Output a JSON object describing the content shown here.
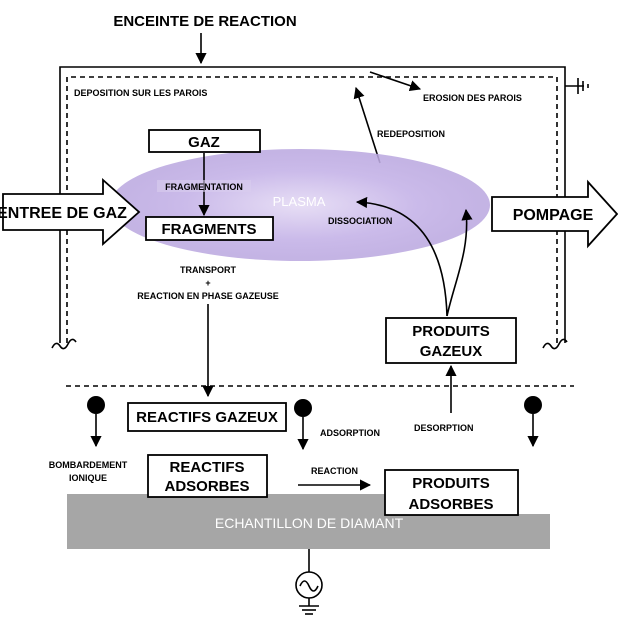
{
  "title": "ENCEINTE DE REACTION",
  "chamber": {
    "wall_deposition": "DEPOSITION SUR LES PAROIS",
    "wall_erosion": "EROSION DES PAROIS",
    "redeposition": "REDEPOSITION"
  },
  "plasma": {
    "label": "PLASMA",
    "color": "#c9b8e6"
  },
  "gas_path": {
    "gas_box": "GAZ",
    "fragmentation": "FRAGMENTATION",
    "fragments_box": "FRAGMENTS",
    "transport": "TRANSPORT",
    "plus": "+",
    "gas_phase_reaction": "REACTION EN PHASE GAZEUSE",
    "dissociation": "DISSOCIATION"
  },
  "inlet_label": "ENTREE DE GAZ",
  "outlet_label": "POMPAGE",
  "surface": {
    "gaseous_reactants": "REACTIFS GAZEUX",
    "adsorption": "ADSORPTION",
    "ion_bombardment_1": "BOMBARDEMENT",
    "ion_bombardment_2": "IONIQUE",
    "adsorbed_reactants_1": "REACTIFS",
    "adsorbed_reactants_2": "ADSORBES",
    "reaction": "REACTION",
    "adsorbed_products_1": "PRODUITS",
    "adsorbed_products_2": "ADSORBES",
    "desorption": "DESORPTION",
    "gaseous_products_1": "PRODUITS",
    "gaseous_products_2": "GAZEUX"
  },
  "sample": {
    "label": "ECHANTILLON DE DIAMANT",
    "color": "#a6a6a6"
  }
}
